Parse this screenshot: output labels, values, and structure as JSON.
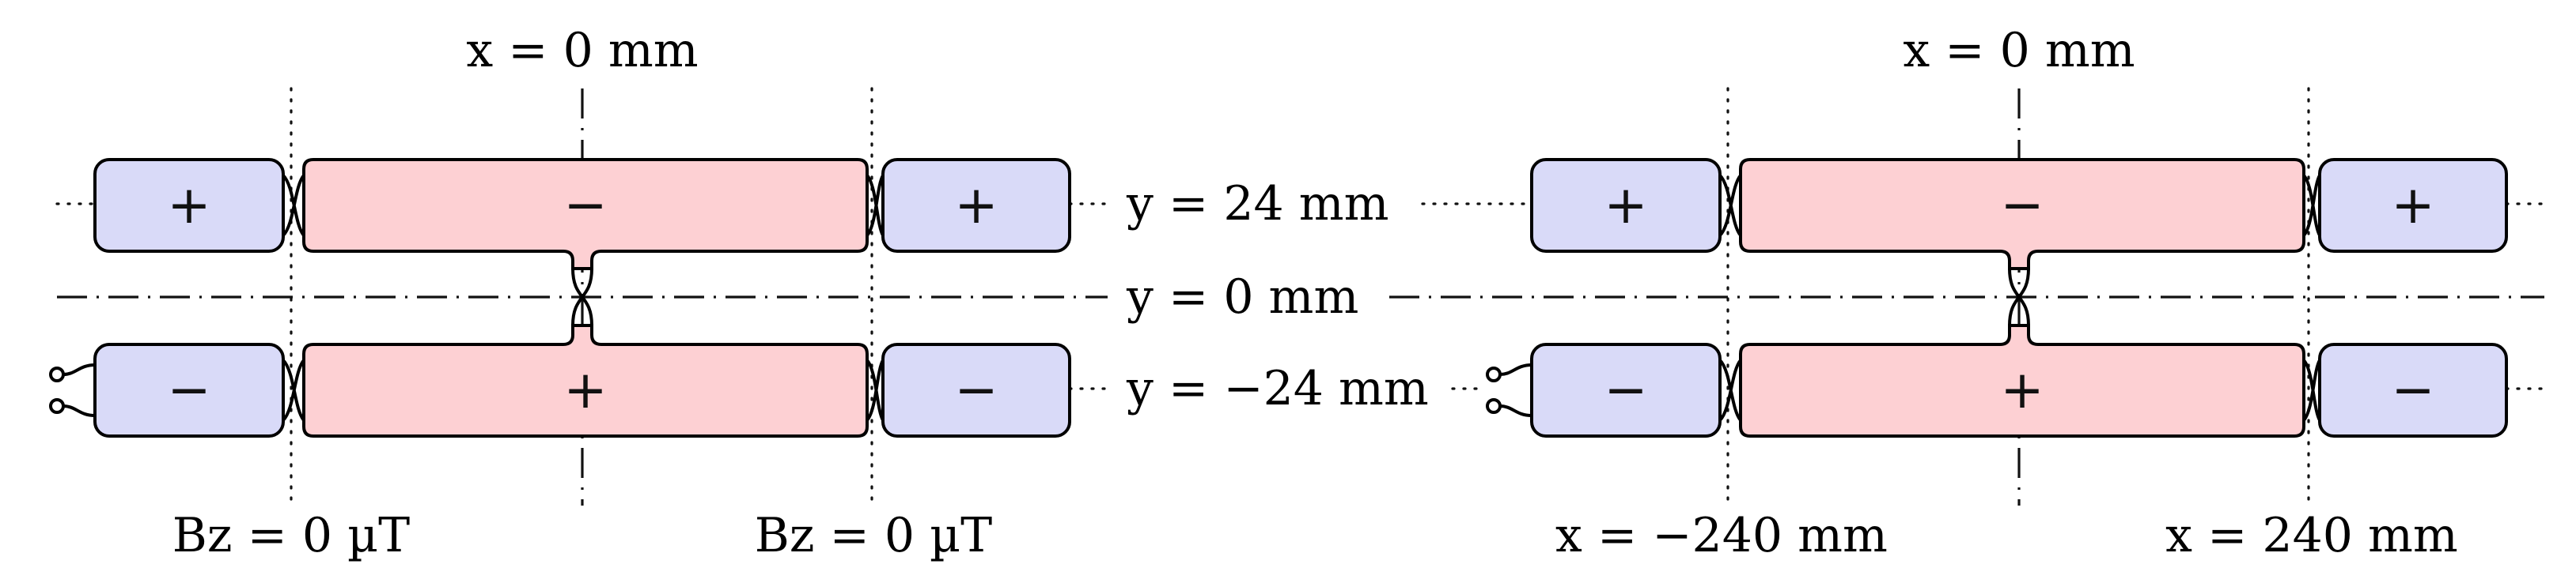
{
  "colors": {
    "outer_coil_fill": "#d9daf8",
    "inner_coil_fill": "#fdd0d3",
    "stroke": "#000000"
  },
  "panels": [
    {
      "coils": [
        {
          "row": "top",
          "segment": "left",
          "sign": "+"
        },
        {
          "row": "top",
          "segment": "middle",
          "sign": "−"
        },
        {
          "row": "top",
          "segment": "right",
          "sign": "+"
        },
        {
          "row": "bottom",
          "segment": "left",
          "sign": "−"
        },
        {
          "row": "bottom",
          "segment": "middle",
          "sign": "+"
        },
        {
          "row": "bottom",
          "segment": "right",
          "sign": "−"
        }
      ],
      "labels": {
        "top_x": "x = 0 mm",
        "row_top": "y = 24 mm",
        "row_center": "y = 0 mm",
        "row_bottom": "y = −24 mm",
        "bottom_left": "Bz = 0 µT",
        "bottom_right": "Bz = 0 µT"
      }
    },
    {
      "coils": [
        {
          "row": "top",
          "segment": "left",
          "sign": "+"
        },
        {
          "row": "top",
          "segment": "middle",
          "sign": "−"
        },
        {
          "row": "top",
          "segment": "right",
          "sign": "+"
        },
        {
          "row": "bottom",
          "segment": "left",
          "sign": "−"
        },
        {
          "row": "bottom",
          "segment": "middle",
          "sign": "+"
        },
        {
          "row": "bottom",
          "segment": "right",
          "sign": "−"
        }
      ],
      "labels": {
        "top_x": "x = 0 mm",
        "bottom_left": "x = −240 mm",
        "bottom_right": "x = 240 mm"
      }
    }
  ]
}
